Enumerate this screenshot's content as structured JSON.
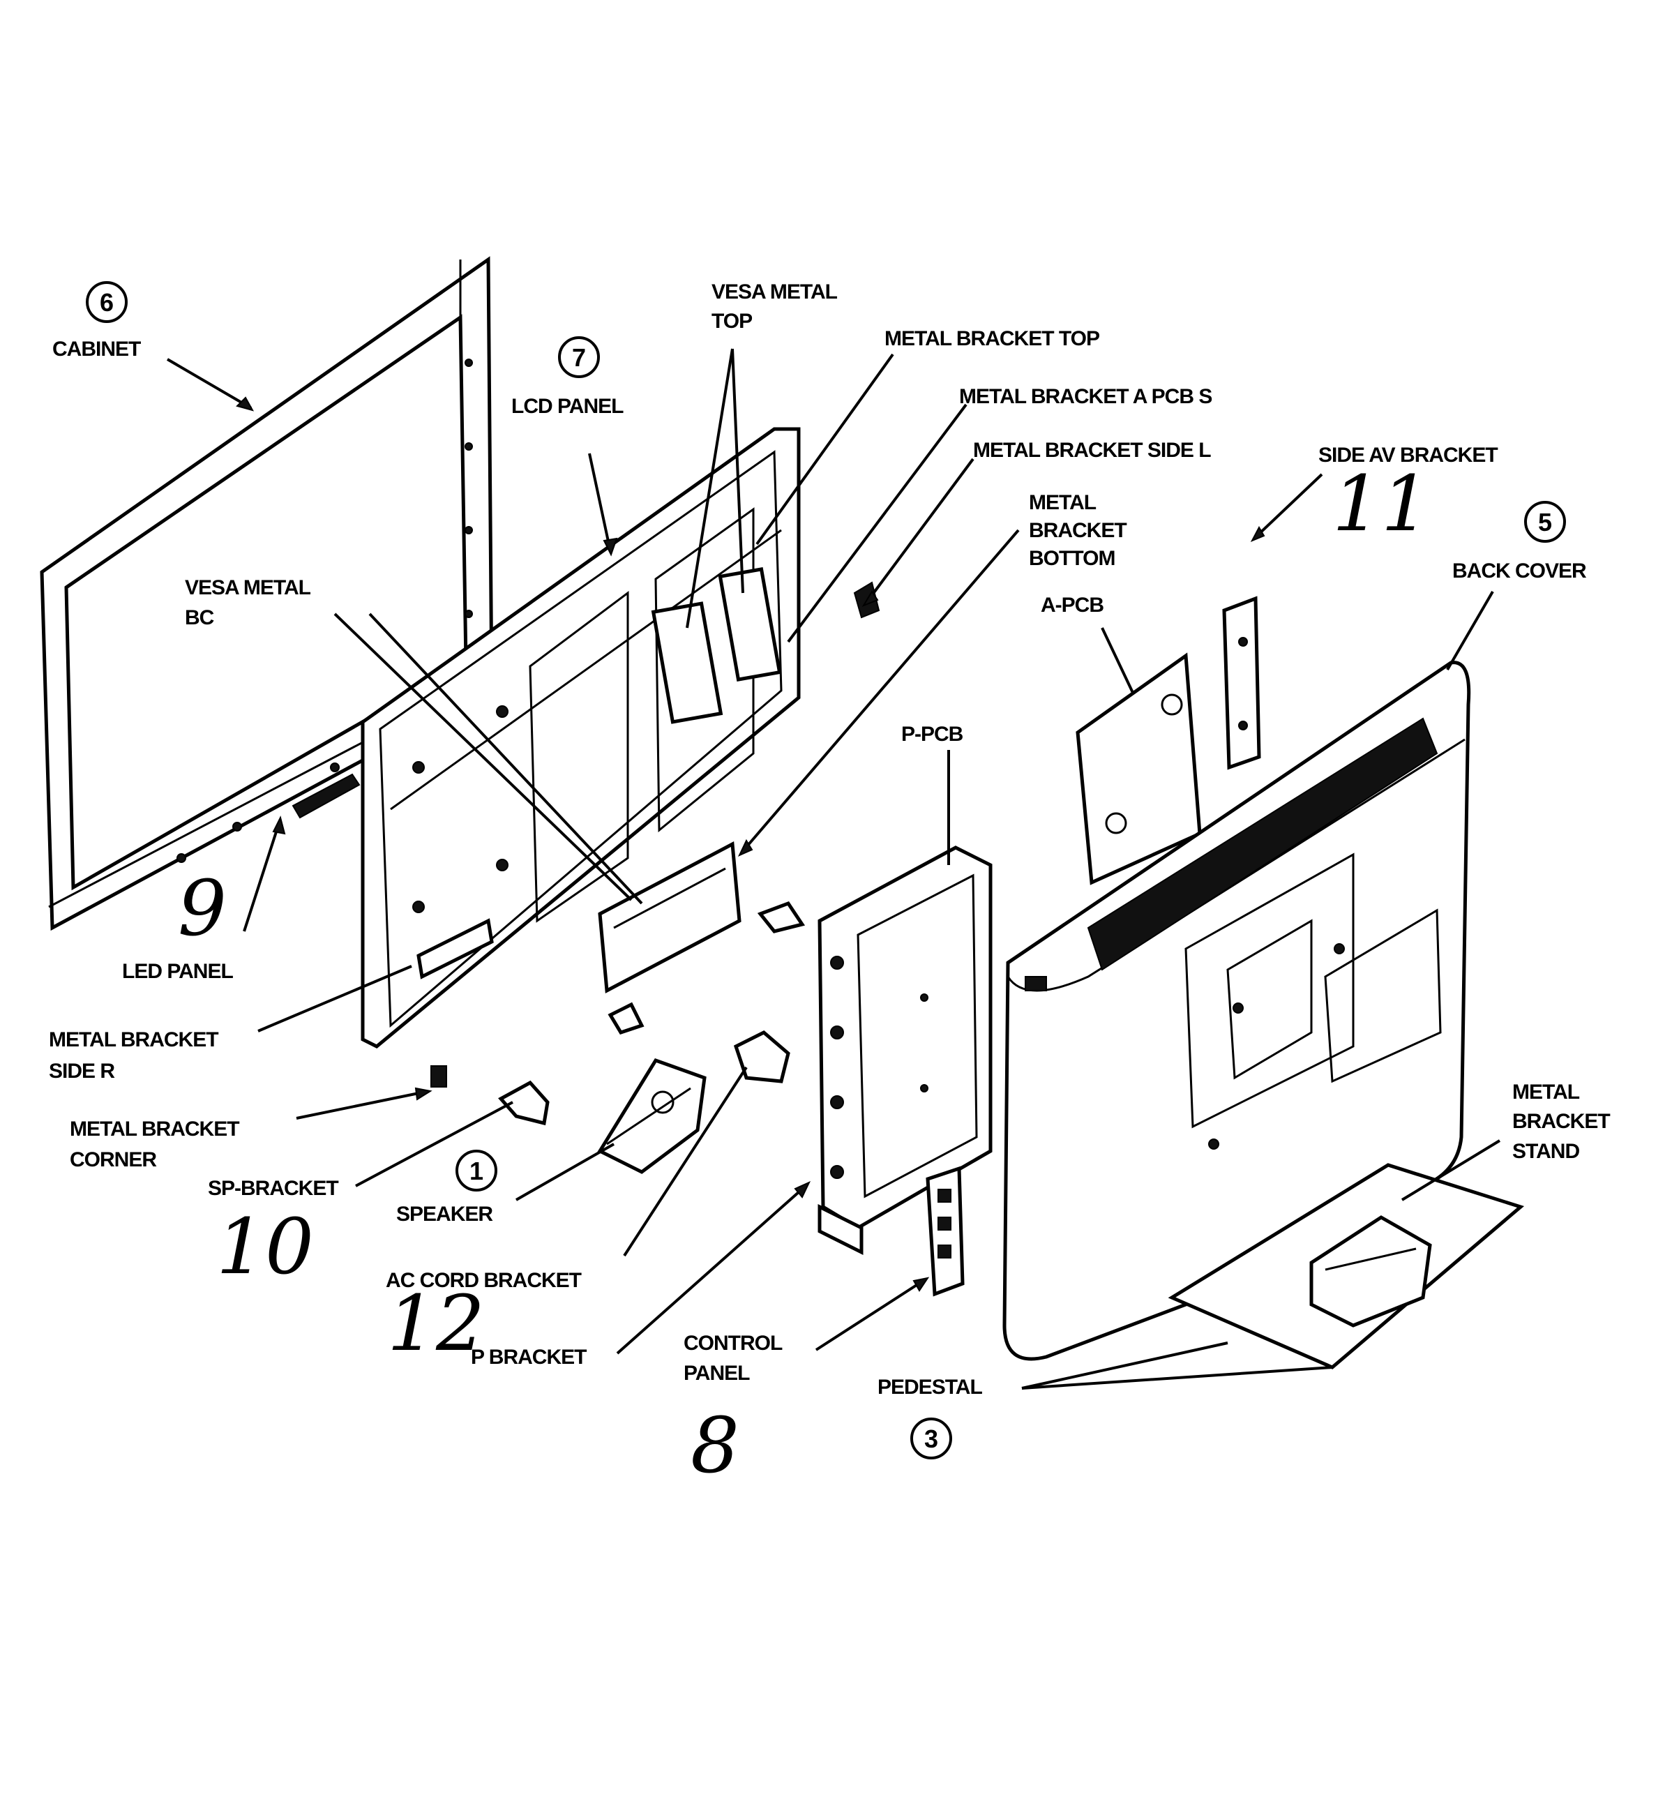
{
  "callouts": {
    "cabinet": {
      "num": "6",
      "text": "CABINET"
    },
    "lcd_panel": {
      "num": "7",
      "text": "LCD PANEL"
    },
    "vesa_metal_top": {
      "line1": "VESA METAL",
      "line2": "TOP"
    },
    "metal_bracket_top": {
      "text": "METAL BRACKET TOP"
    },
    "metal_bracket_a_pcb_s": {
      "text": "METAL BRACKET A PCB S"
    },
    "metal_bracket_side_l": {
      "text": "METAL BRACKET SIDE L"
    },
    "side_av_bracket": {
      "text": "SIDE AV BRACKET",
      "hand": "11"
    },
    "metal_bracket_bottom": {
      "line1": "METAL",
      "line2": "BRACKET",
      "line3": "BOTTOM"
    },
    "back_cover": {
      "num": "5",
      "text": "BACK COVER"
    },
    "a_pcb": {
      "text": "A-PCB"
    },
    "vesa_metal_bc": {
      "line1": "VESA METAL",
      "line2": "BC"
    },
    "p_pcb": {
      "text": "P-PCB"
    },
    "led_panel": {
      "text": "LED PANEL",
      "hand": "9"
    },
    "metal_bracket_side_r": {
      "line1": "METAL BRACKET",
      "line2": "SIDE R"
    },
    "metal_bracket_corner": {
      "line1": "METAL BRACKET",
      "line2": "CORNER"
    },
    "sp_bracket": {
      "text": "SP-BRACKET",
      "hand": "10"
    },
    "speaker": {
      "num": "1",
      "text": "SPEAKER"
    },
    "ac_cord_bracket": {
      "text": "AC CORD BRACKET",
      "hand": "12"
    },
    "p_bracket": {
      "text": "P BRACKET"
    },
    "control_panel": {
      "line1": "CONTROL",
      "line2": "PANEL",
      "hand": "8"
    },
    "pedestal": {
      "num": "3",
      "text": "PEDESTAL"
    },
    "metal_bracket_stand": {
      "line1": "METAL",
      "line2": "BRACKET",
      "line3": "STAND"
    }
  }
}
